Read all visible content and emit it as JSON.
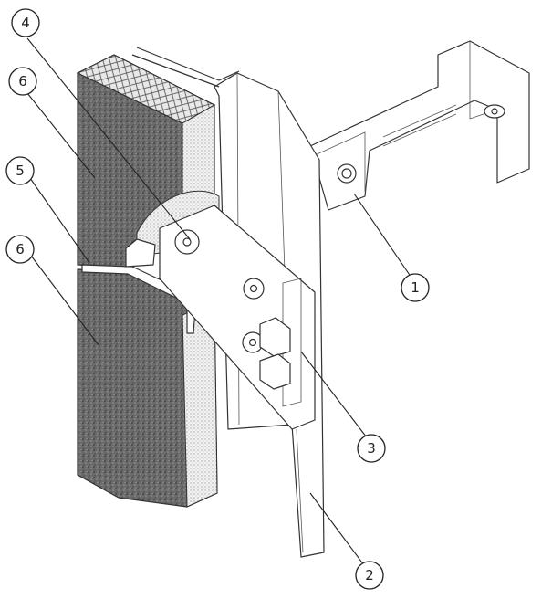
{
  "callouts": [
    {
      "id": "callout-1",
      "label": "1"
    },
    {
      "id": "callout-2",
      "label": "2"
    },
    {
      "id": "callout-3",
      "label": "3"
    },
    {
      "id": "callout-4",
      "label": "4"
    },
    {
      "id": "callout-5",
      "label": "5"
    },
    {
      "id": "callout-6-top",
      "label": "6"
    },
    {
      "id": "callout-6-bottom",
      "label": "6"
    }
  ],
  "colors": {
    "ink": "#333333",
    "insulation": "#5a5a5a",
    "background": "#ffffff"
  }
}
